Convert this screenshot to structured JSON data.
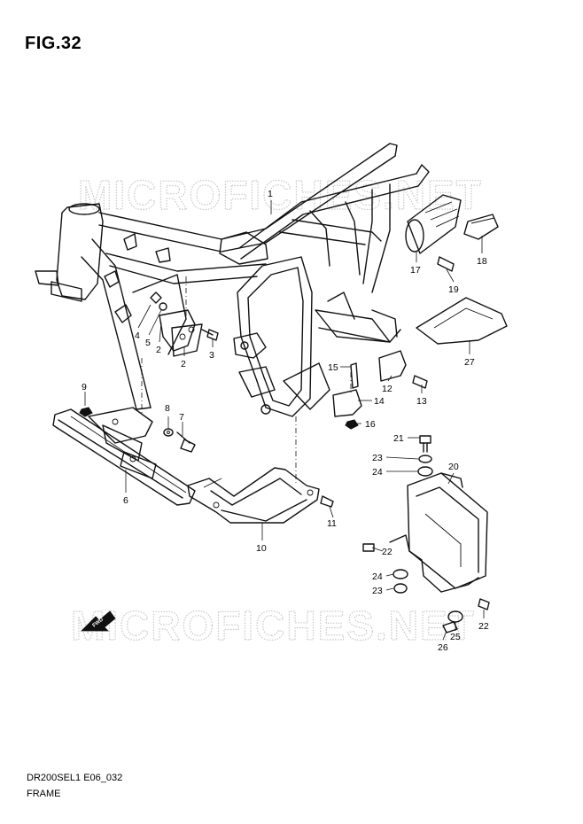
{
  "figure_title": "FIG.32",
  "watermark": "MICROFICHES.NET",
  "fwd_label": "FWD",
  "footer": {
    "code": "DR200SEL1 E06_032",
    "name": "FRAME"
  },
  "callouts": [
    {
      "id": "callout-1",
      "num": "1"
    },
    {
      "id": "callout-2a",
      "num": "2"
    },
    {
      "id": "callout-2b",
      "num": "2"
    },
    {
      "id": "callout-3",
      "num": "3"
    },
    {
      "id": "callout-4",
      "num": "4"
    },
    {
      "id": "callout-5",
      "num": "5"
    },
    {
      "id": "callout-6",
      "num": "6"
    },
    {
      "id": "callout-7",
      "num": "7"
    },
    {
      "id": "callout-8",
      "num": "8"
    },
    {
      "id": "callout-9",
      "num": "9"
    },
    {
      "id": "callout-10",
      "num": "10"
    },
    {
      "id": "callout-11",
      "num": "11"
    },
    {
      "id": "callout-12",
      "num": "12"
    },
    {
      "id": "callout-13",
      "num": "13"
    },
    {
      "id": "callout-14",
      "num": "14"
    },
    {
      "id": "callout-15",
      "num": "15"
    },
    {
      "id": "callout-16",
      "num": "16"
    },
    {
      "id": "callout-17",
      "num": "17"
    },
    {
      "id": "callout-18",
      "num": "18"
    },
    {
      "id": "callout-19",
      "num": "19"
    },
    {
      "id": "callout-20",
      "num": "20"
    },
    {
      "id": "callout-21",
      "num": "21"
    },
    {
      "id": "callout-22a",
      "num": "22"
    },
    {
      "id": "callout-22b",
      "num": "22"
    },
    {
      "id": "callout-23a",
      "num": "23"
    },
    {
      "id": "callout-23b",
      "num": "23"
    },
    {
      "id": "callout-24a",
      "num": "24"
    },
    {
      "id": "callout-24b",
      "num": "24"
    },
    {
      "id": "callout-25",
      "num": "25"
    },
    {
      "id": "callout-26",
      "num": "26"
    },
    {
      "id": "callout-27",
      "num": "27"
    }
  ]
}
